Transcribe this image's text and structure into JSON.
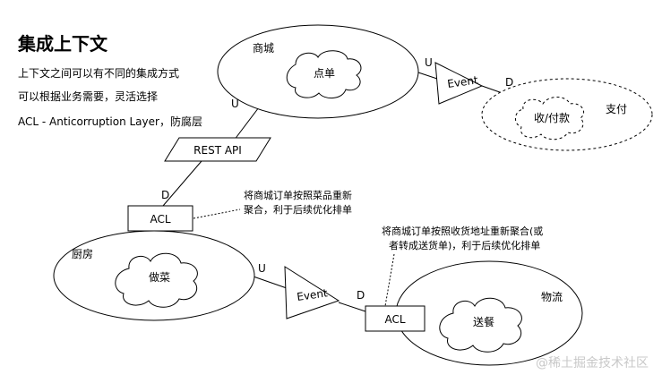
{
  "title": "集成上下文",
  "intro": [
    "上下文之间可以有不同的集成方式",
    "可以根据业务需要，灵活选择",
    "ACL - Anticorruption Layer，防腐层"
  ],
  "contexts": {
    "mall": {
      "name": "商城",
      "inner": "点单"
    },
    "payment": {
      "name": "支付",
      "inner": "收/付款"
    },
    "kitchen": {
      "name": "厨房",
      "inner": "做菜"
    },
    "logistics": {
      "name": "物流",
      "inner": "送餐"
    }
  },
  "connectors": {
    "rest_api": "REST API",
    "acl_kitchen": "ACL",
    "acl_logistics": "ACL",
    "event_top": "Event",
    "event_bottom": "Event"
  },
  "markers": {
    "mall_rest_u": "U",
    "kitchen_acl_d": "D",
    "mall_event_u": "U",
    "payment_d": "D",
    "kitchen_event_u": "U",
    "logistics_d": "D"
  },
  "notes": {
    "kitchen_note": [
      "将商城订单按照菜品重新",
      "聚合，利于后续优化排单"
    ],
    "logistics_note": [
      "将商城订单按照收货地址重新聚合(或",
      "者转成送货单)，利于后续优化排单"
    ]
  },
  "watermark": "@稀土掘金技术社区"
}
